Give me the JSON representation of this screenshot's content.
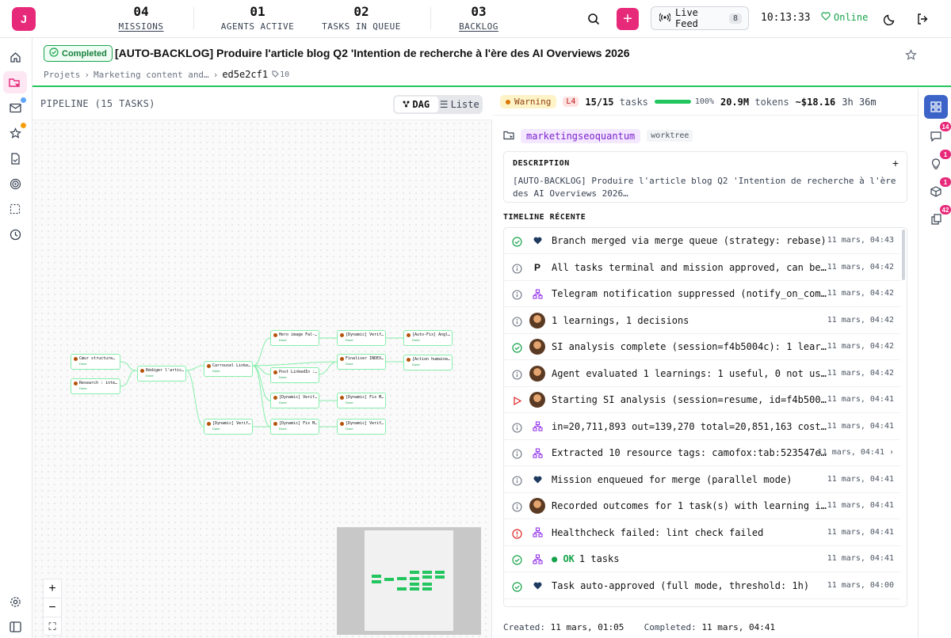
{
  "user": {
    "initial": "J"
  },
  "stats": [
    {
      "value": "04",
      "label": "MISSIONS"
    },
    {
      "value": "01",
      "label": "AGENTS ACTIVE"
    },
    {
      "value": "02",
      "label": "TASKS IN QUEUE"
    },
    {
      "value": "03",
      "label": "BACKLOG"
    }
  ],
  "topbar": {
    "new_label": "+",
    "live_feed_label": "Live Feed",
    "live_feed_count": "8",
    "clock": "10:13:33",
    "online_label": "Online"
  },
  "mission": {
    "status": "Completed",
    "title": "[AUTO-BACKLOG] Produire l'article blog Q2 'Intention de recherche à l'ère des AI Overviews 2026",
    "breadcrumb": [
      "Projets",
      "Marketing content and…"
    ],
    "hash": "ed5e2cf1",
    "tag_count": "10"
  },
  "pipeline": {
    "title": "PIPELINE (15 TASKS)",
    "view_dag": "DAG",
    "view_list": "Liste",
    "nodes": [
      {
        "label": "Cœur structure…",
        "status": "Done"
      },
      {
        "label": "Research : inte…",
        "status": "Done"
      },
      {
        "label": "Rédiger l'artic…",
        "status": "Done"
      },
      {
        "label": "Carrousel Linke…",
        "status": "Done"
      },
      {
        "label": "[Dynamic] Verif…",
        "status": "Done"
      },
      {
        "label": "Hero image Fal-…",
        "status": "Done"
      },
      {
        "label": "Post LinkedIn :…",
        "status": "Done"
      },
      {
        "label": "[Dynamic] Verif…",
        "status": "Done"
      },
      {
        "label": "[Dynamic] Fix M…",
        "status": "Done"
      },
      {
        "label": "[Dynamic] Verif…",
        "status": "Done"
      },
      {
        "label": "Finaliser INDEX…",
        "status": "Done"
      },
      {
        "label": "[Dynamic] Fix M…",
        "status": "Done"
      },
      {
        "label": "[Dynamic] Verif…",
        "status": "Done"
      },
      {
        "label": "[Auto-Fix] Angl…",
        "status": "Done"
      },
      {
        "label": "[Action humaine…",
        "status": "Done"
      }
    ],
    "zoom_in": "+",
    "zoom_out": "−",
    "fit": "⛶"
  },
  "summary": {
    "health": "Warning",
    "level": "L4",
    "tasks": "15/15",
    "tasks_unit": "tasks",
    "progress_pct": 100,
    "progress_label": "100%",
    "tokens": "20.9M",
    "tokens_unit": "tokens",
    "cost": "~$18.16",
    "duration": "3h 36m"
  },
  "project": {
    "name": "marketingseoquantum",
    "tag": "worktree"
  },
  "description": {
    "label": "DESCRIPTION",
    "text": "[AUTO-BACKLOG] Produire l'article blog Q2 'Intention de recherche à l'ère des AI Overviews 2026…"
  },
  "timeline": {
    "label": "TIMELINE RÉCENTE",
    "events": [
      {
        "status": "success",
        "avatar": "heart",
        "text": "Branch merged via merge queue (strategy: rebase)",
        "time": "11 mars, 04:43"
      },
      {
        "status": "info",
        "avatar": "P",
        "text": "All tasks terminal and mission approved, can be mark…",
        "time": "11 mars, 04:42"
      },
      {
        "status": "info",
        "avatar": "workflow",
        "text": "Telegram notification suppressed (notify_on_complete…",
        "time": "11 mars, 04:42"
      },
      {
        "status": "info",
        "avatar": "agent",
        "text": "1 learnings, 1 decisions",
        "time": "11 mars, 04:42"
      },
      {
        "status": "success",
        "avatar": "agent",
        "text": "SI analysis complete (session=f4b5004c): 1 learnings…",
        "time": "11 mars, 04:42"
      },
      {
        "status": "info",
        "avatar": "agent",
        "text": "Agent evaluated 1 learnings: 1 useful, 0 not useful",
        "time": "11 mars, 04:42"
      },
      {
        "status": "play",
        "avatar": "agent",
        "text": "Starting SI analysis (session=resume, id=f4b5004c)",
        "time": "11 mars, 04:41"
      },
      {
        "status": "info",
        "avatar": "workflow",
        "text": "in=20,711,893 out=139,270 total=20,851,163 cost=$18.…",
        "time": "11 mars, 04:41"
      },
      {
        "status": "info",
        "avatar": "workflow",
        "text": "Extracted 10 resource tags: camofox:tab:523547e4-…",
        "time": "11 mars, 04:41 ›"
      },
      {
        "status": "info",
        "avatar": "heart",
        "text": "Mission enqueued for merge (parallel mode)",
        "time": "11 mars, 04:41"
      },
      {
        "status": "info",
        "avatar": "agent",
        "text": "Recorded outcomes for 1 task(s) with learning inject…",
        "time": "11 mars, 04:41"
      },
      {
        "status": "error",
        "avatar": "workflow",
        "text": "Healthcheck failed: lint check failed",
        "time": "11 mars, 04:41"
      },
      {
        "status": "success",
        "avatar": "workflow",
        "ok_label": "● OK",
        "text": "1 tasks",
        "time": "11 mars, 04:41"
      },
      {
        "status": "success",
        "avatar": "heart",
        "text": "Task auto-approved (full mode, threshold: 1h)",
        "time": "11 mars, 04:00"
      }
    ]
  },
  "footer": {
    "created_label": "Created:",
    "created": "11 mars, 01:05",
    "completed_label": "Completed:",
    "completed": "11 mars, 04:41"
  },
  "rail": {
    "counts": [
      "14",
      "1",
      "1",
      "42"
    ]
  },
  "colors": {
    "brand": "#e7297a",
    "success": "#22c55e",
    "warning": "#d97706",
    "error": "#dc2626",
    "purple": "#7e22ce",
    "rail_active": "#3b63c8"
  }
}
